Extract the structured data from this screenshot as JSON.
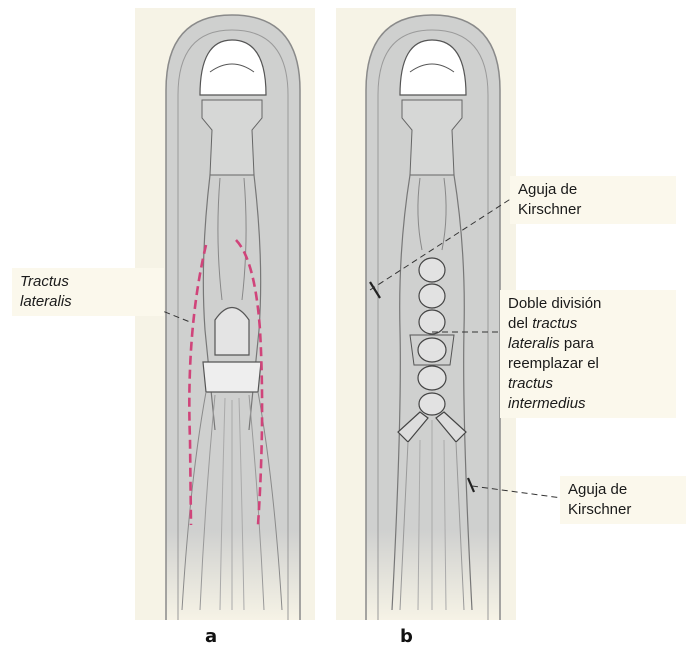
{
  "labels": {
    "tractus_lateralis": {
      "line1": "Tractus",
      "line2": "lateralis"
    },
    "aguja_top": {
      "line1": "Aguja de",
      "line2": "Kirschner"
    },
    "doble": {
      "l1": "Doble división",
      "l2a": "del ",
      "l2b": "tractus",
      "l3a": "lateralis",
      "l3b": " para",
      "l4": "reemplazar el",
      "l5": "tractus",
      "l6": "intermedius"
    },
    "aguja_bottom": {
      "line1": "Aguja de",
      "line2": "Kirschner"
    }
  },
  "panels": {
    "a": "a",
    "b": "b"
  },
  "colors": {
    "background_panel": "#f6f3e6",
    "finger": "#cfd0cf",
    "finger_outline": "#8a8a8a",
    "dashed": "#d0447a",
    "label_bg": "#fbf8ec"
  }
}
